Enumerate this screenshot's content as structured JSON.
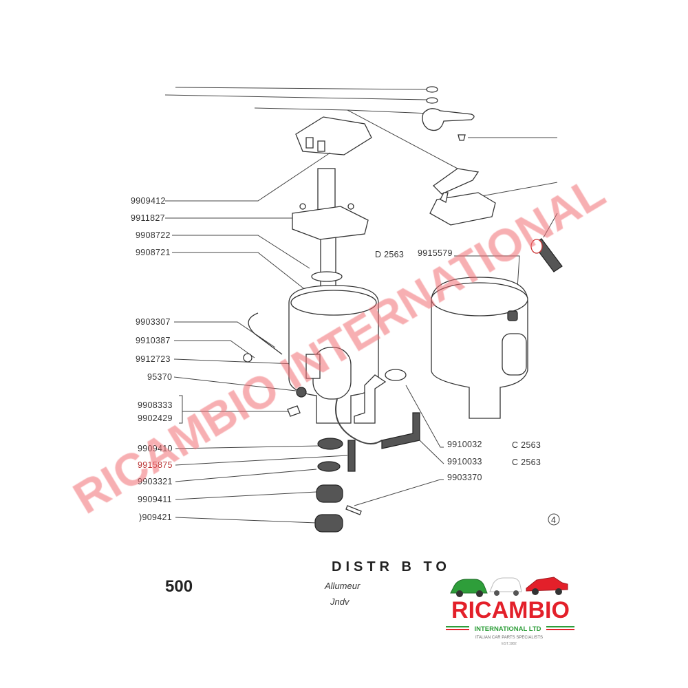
{
  "diagram": {
    "model": "500",
    "title": "DISTR B  TO",
    "subtitle_fr": "Allumeur",
    "subtitle_de": "Jndv",
    "left_labels": [
      "9909412",
      "9911827",
      "9908722",
      "9908721",
      "9903307",
      "9910387",
      "9912723",
      "95370",
      "9908333",
      "9902429",
      "9909410",
      "9915875",
      "9903321",
      "9909411",
      ")909421"
    ],
    "right_labels": {
      "d_code": "D 2563",
      "top_part": "9915579",
      "cap_part": "9910032",
      "cap_code": "C 2563",
      "hose_part": "9910033",
      "hose_code": "C 2563",
      "pin_part": "9903370"
    },
    "corner_mark": "4"
  },
  "watermark": {
    "text": "RICAMBIO INTERNATIONAL",
    "color": "#f06d73"
  },
  "logo": {
    "name": "RICAMBIO",
    "line2": "INTERNATIONAL LTD",
    "line3": "ITALIAN CAR PARTS SPECIALISTS",
    "line4": "EST.1982",
    "colors": {
      "green": "#2e9e3a",
      "red": "#e3202a",
      "white": "#ffffff"
    }
  }
}
